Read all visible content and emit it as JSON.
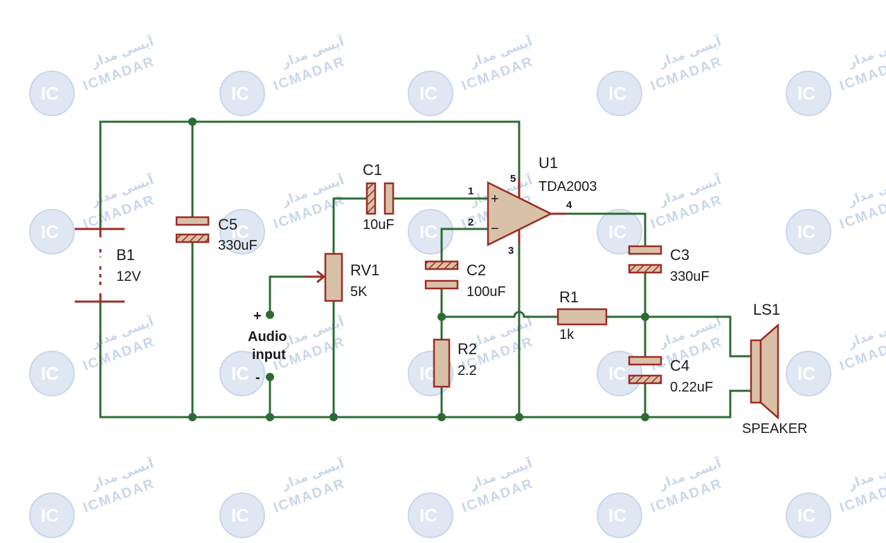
{
  "watermark": {
    "logo": "IC",
    "brand": "ICMADAR",
    "brand_fa": "آیسی مدار"
  },
  "components": {
    "b1": {
      "ref": "B1",
      "value": "12V"
    },
    "c5": {
      "ref": "C5",
      "value": "330uF"
    },
    "c1": {
      "ref": "C1",
      "value": "10uF"
    },
    "rv1": {
      "ref": "RV1",
      "value": "5K"
    },
    "c2": {
      "ref": "C2",
      "value": "100uF"
    },
    "r2": {
      "ref": "R2",
      "value": "2.2"
    },
    "u1": {
      "ref": "U1",
      "value": "TDA2003",
      "pins": [
        "1",
        "2",
        "3",
        "4",
        "5"
      ],
      "plus": "+",
      "minus": "−"
    },
    "c3": {
      "ref": "C3",
      "value": "330uF"
    },
    "r1": {
      "ref": "R1",
      "value": "1k"
    },
    "c4": {
      "ref": "C4",
      "value": "0.22uF"
    },
    "ls1": {
      "ref": "LS1",
      "value": "SPEAKER"
    }
  },
  "audio_input": {
    "label_line1": "Audio",
    "label_line2": "input",
    "plus": "+",
    "minus": "-"
  },
  "colors": {
    "wire": "#2d6b34",
    "component_outline": "#9a2b24",
    "component_fill": "#d9c1a7",
    "watermark": "#c9d6ea"
  }
}
